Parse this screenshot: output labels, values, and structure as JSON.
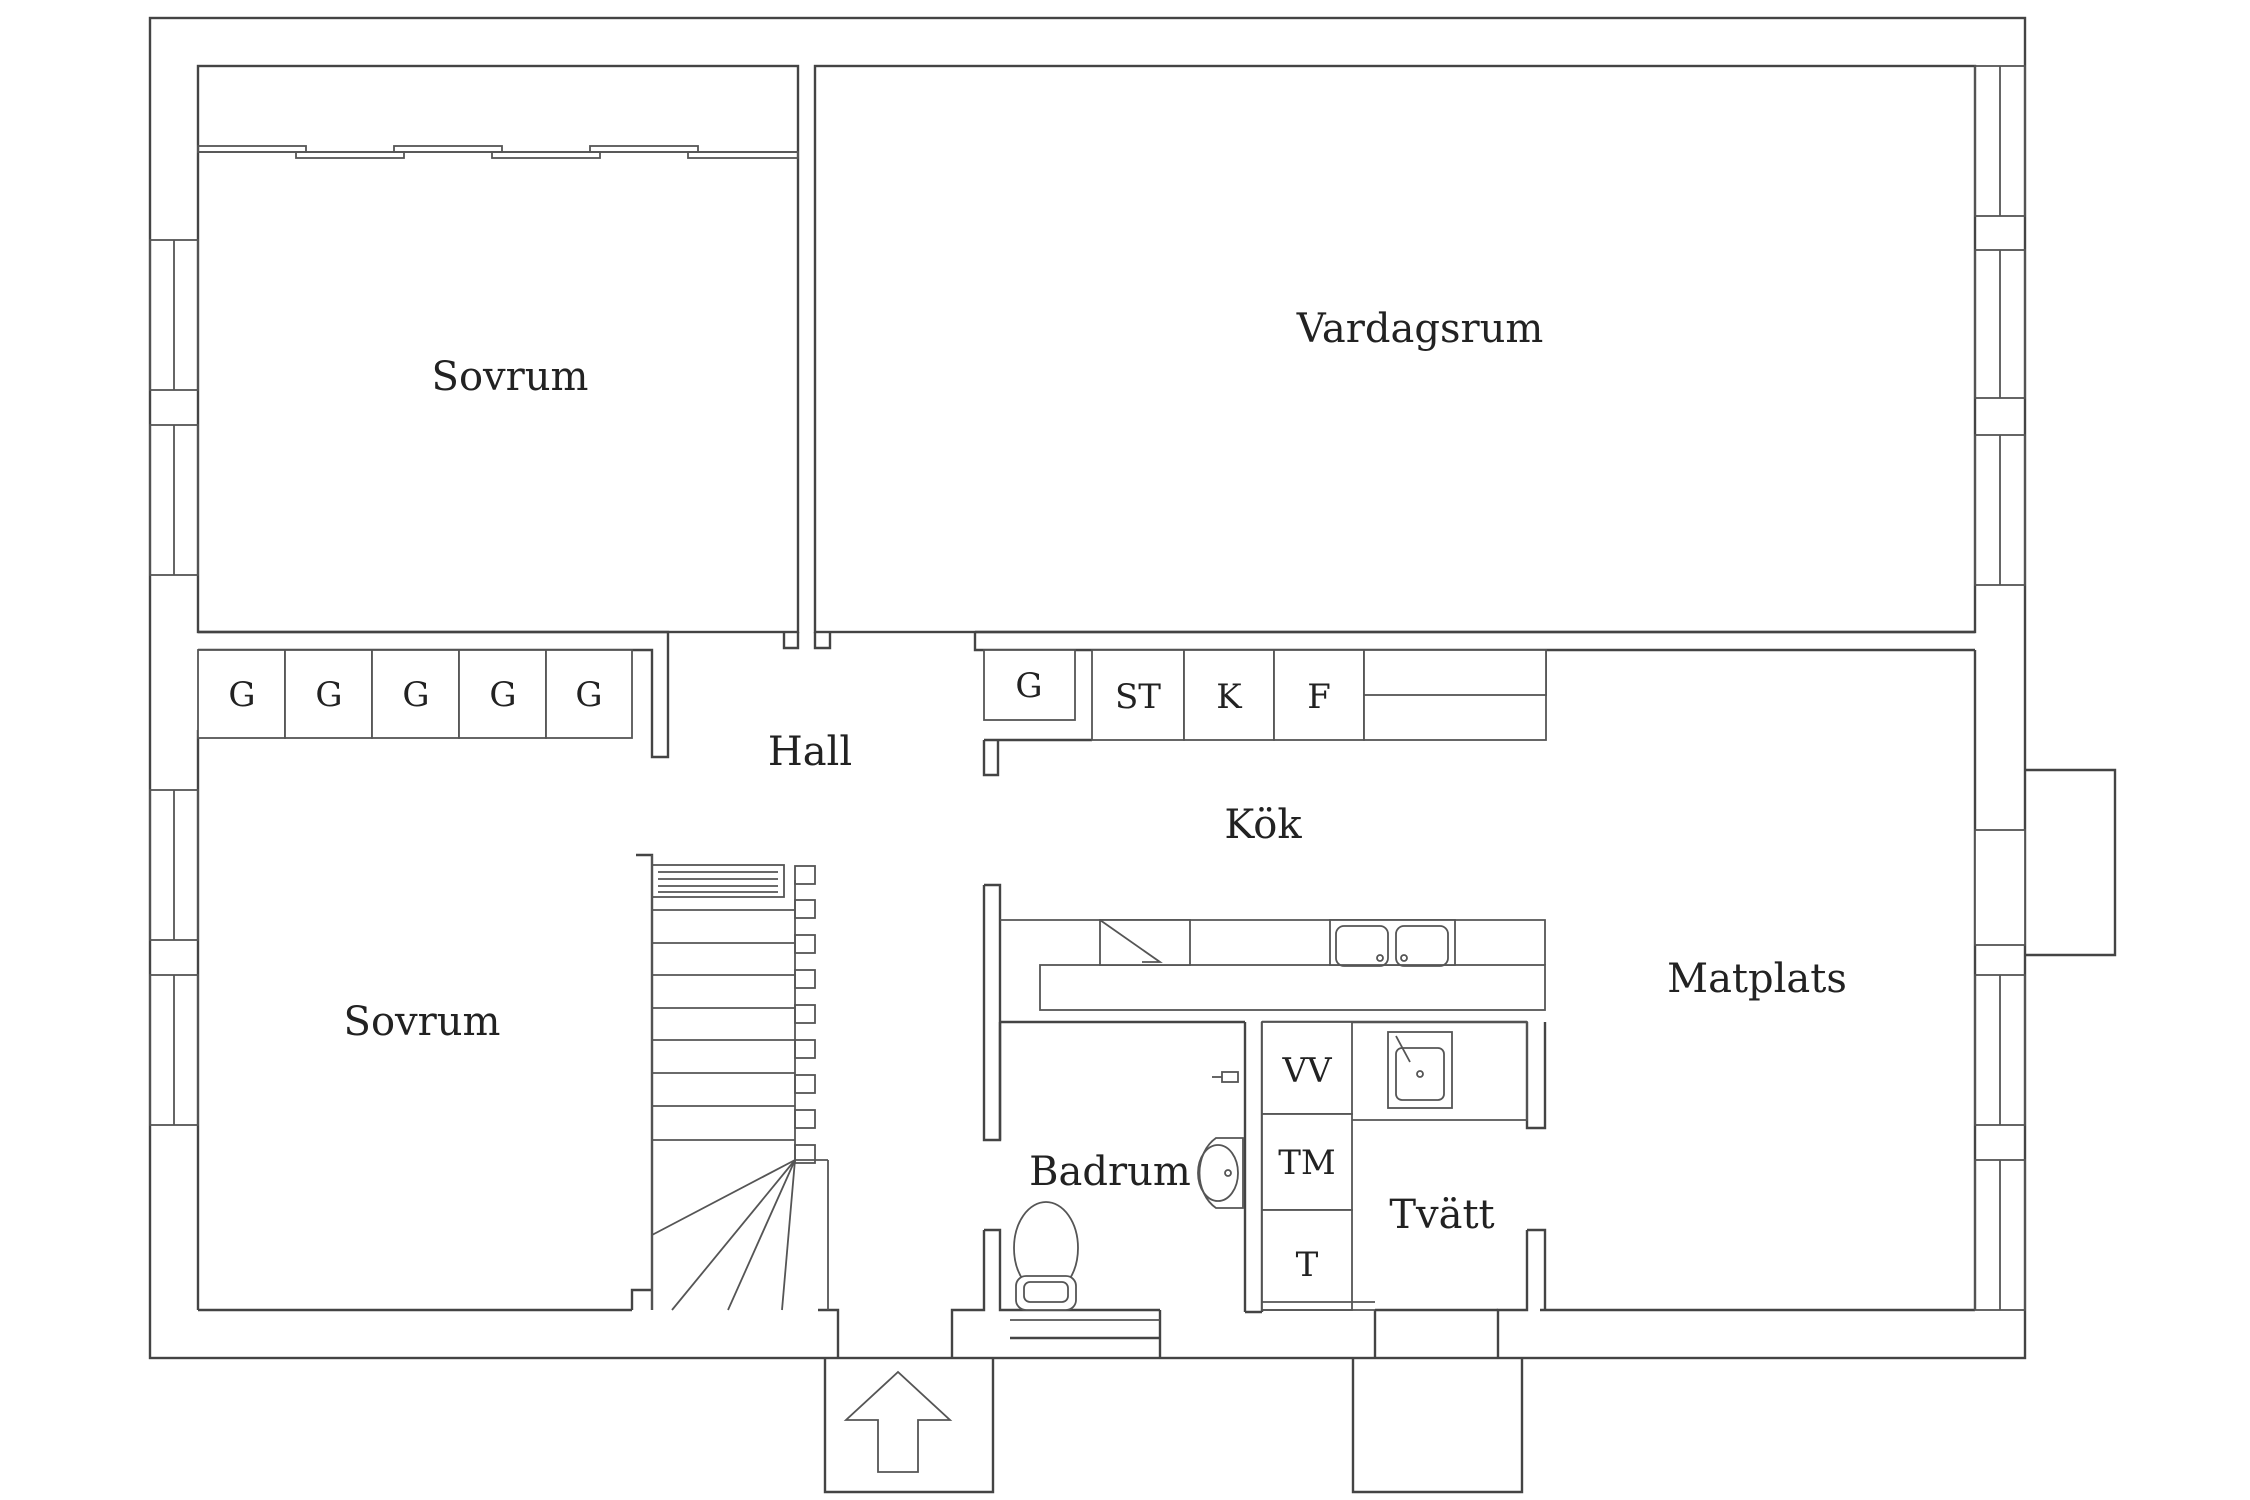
{
  "rooms": {
    "sovrum_top": "Sovrum",
    "vardagsrum": "Vardagsrum",
    "hall": "Hall",
    "kok": "Kök",
    "sovrum_bottom": "Sovrum",
    "matplats": "Matplats",
    "badrum": "Badrum",
    "tvatt": "Tvätt"
  },
  "wardrobes": [
    "G",
    "G",
    "G",
    "G",
    "G"
  ],
  "hall_wardrobe": "G",
  "kitchen_cabinets": [
    "ST",
    "K",
    "F"
  ],
  "laundry_units": [
    "VV",
    "TM",
    "T"
  ],
  "entrance_icon": "up-arrow-icon"
}
